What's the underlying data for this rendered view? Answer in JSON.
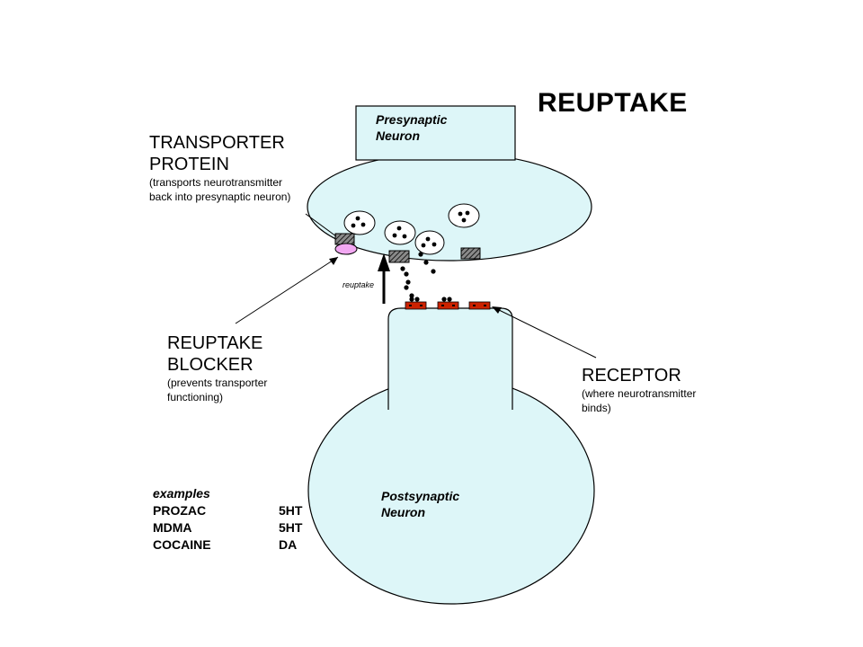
{
  "title": "REUPTAKE",
  "presynaptic": {
    "line1": "Presynaptic",
    "line2": "Neuron"
  },
  "postsynaptic": {
    "line1": "Postsynaptic",
    "line2": "Neuron"
  },
  "transporter": {
    "line1": "TRANSPORTER",
    "line2": "PROTEIN",
    "desc1": "(transports neurotransmitter",
    "desc2": "back into presynaptic neuron)"
  },
  "blocker": {
    "line1": "REUPTAKE",
    "line2": "BLOCKER",
    "desc1": "(prevents transporter",
    "desc2": "functioning)"
  },
  "receptor": {
    "line1": "RECEPTOR",
    "desc1": "(where neurotransmitter",
    "desc2": "binds)"
  },
  "reuptake_arrow_label": "reuptake",
  "examples": {
    "heading": "examples",
    "rows": [
      {
        "drug": "PROZAC",
        "target": "5HT"
      },
      {
        "drug": "MDMA",
        "target": "5HT"
      },
      {
        "drug": "COCAINE",
        "target": "DA"
      }
    ]
  },
  "colors": {
    "cell_fill": "#ddf6f8",
    "outline": "#000000",
    "receptor_red": "#cc2200",
    "blocker_pink": "#f2a8f2",
    "transporter_fill": "#555555"
  }
}
